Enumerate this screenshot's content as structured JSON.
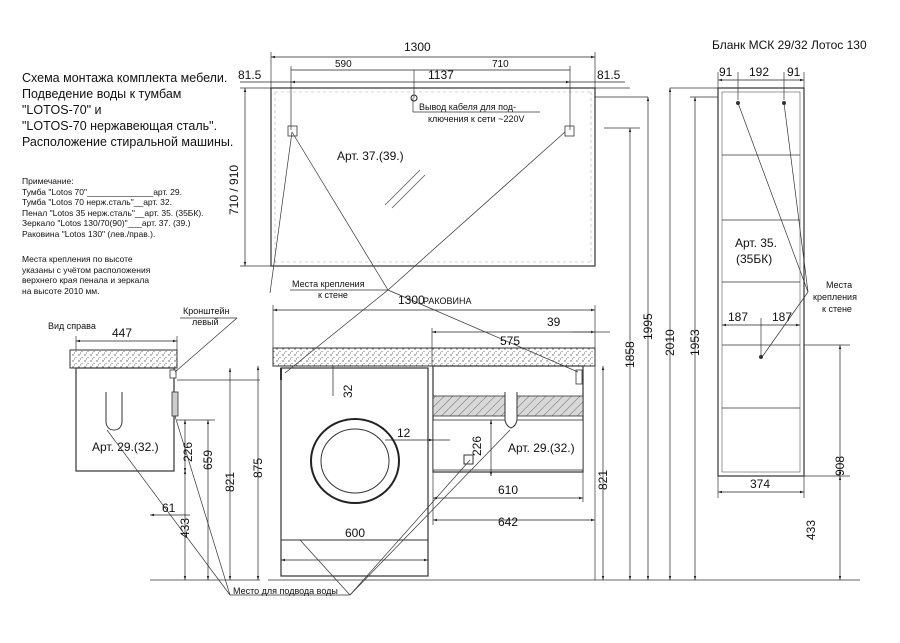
{
  "header": {
    "title_right": "Бланк МСК 29/32 Лотос 130",
    "heading_lines": [
      "Схема монтажа комплекта мебели.",
      "Подведение воды к тумбам",
      "\"LOTOS-70\"   и",
      "\"LOTOS-70 нержавеющая сталь\".",
      "Расположение стиральной машины."
    ]
  },
  "notes": {
    "title": "Примечание:",
    "items": [
      "Тумба \"Lotos 70\"______________арт. 29.",
      "Тумба \"Lotos 70 нерж.сталь\"__арт. 32.",
      "Пенал \"Lotos 35 нерж.сталь\"__арт. 35. (35БК).",
      "Зеркало \"Lotos 130/70(90)\"___арт. 37. (39.)",
      "Раковина \"Lotos 130\" (лев./прав.)."
    ],
    "mount_lines": [
      "Места крепления по высоте",
      "указаны с учётом расположения",
      "верхнего края пенала и зеркала",
      "на высоте 2010 мм."
    ]
  },
  "labels": {
    "side_view": "Вид справа",
    "bracket": [
      "Кронштейн",
      "левый"
    ],
    "mount_places": [
      "Места крепления",
      "к стене"
    ],
    "mount_places_right": [
      "Места",
      "крепления",
      "к стене"
    ],
    "cable": [
      "Вывод кабеля для под-",
      "ключения к сети ~220V"
    ],
    "water": "Место для подвода воды",
    "sink": "РАКОВИНА",
    "mirror_art": "Арт. 37.(39.)",
    "cabinet_art": "Арт. 29.(32.)",
    "cabinet_art_right": "Арт. 29.(32.)",
    "pencil_art": [
      "Арт. 35.",
      "(35БК)"
    ]
  },
  "dims": {
    "mirror_width": "1300",
    "left_offset": "81.5",
    "right_offset": "81.5",
    "d590": "590",
    "d710": "710",
    "d1137": "1137",
    "mirror_height": "710 / 910",
    "sink_width": "1300",
    "d575": "575",
    "d39": "39",
    "d447": "447",
    "d32": "32",
    "d12": "12",
    "d226_left": "226",
    "d659": "659",
    "d821_left": "821",
    "d61": "61",
    "d433_left": "433",
    "d875": "875",
    "d600": "600",
    "d226_right": "226",
    "d610": "610",
    "d642": "642",
    "d821_right": "821",
    "d1858": "1858",
    "d1995": "1995",
    "d2010": "2010",
    "d1953": "1953",
    "d91a": "91",
    "d192": "192",
    "d91b": "91",
    "d187a": "187",
    "d187b": "187",
    "d374": "374",
    "d908": "908",
    "d433_right": "433"
  }
}
